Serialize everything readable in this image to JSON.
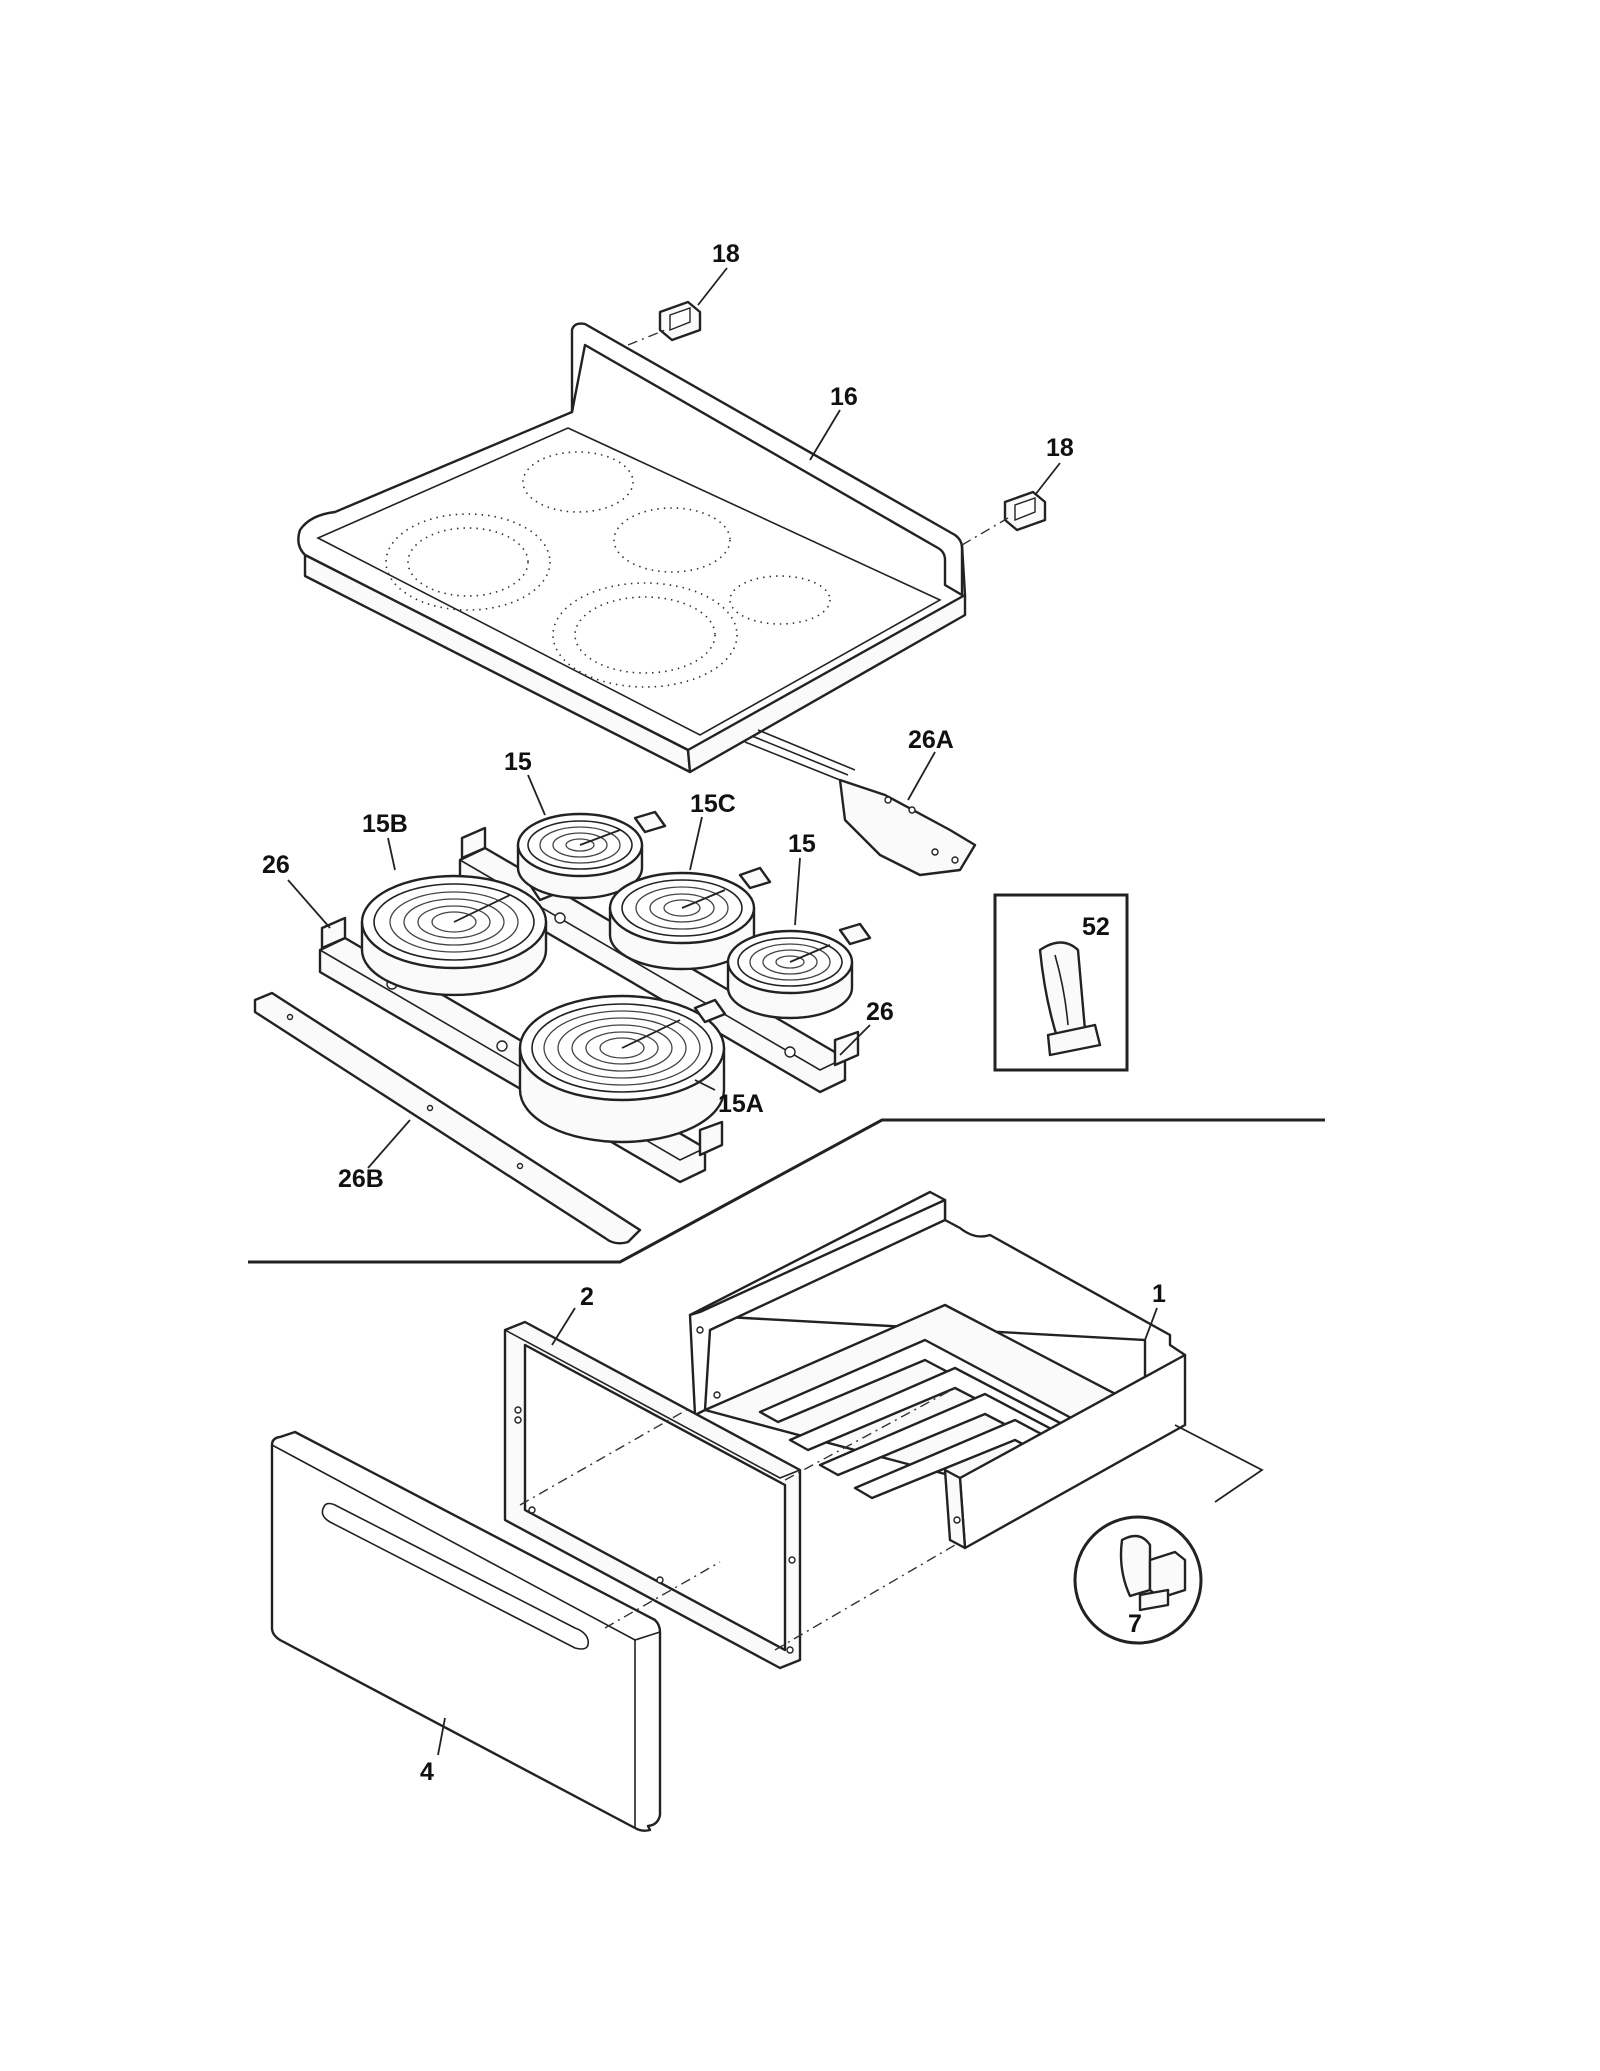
{
  "callouts": {
    "c18a": "18",
    "c16": "16",
    "c18b": "18",
    "c26A": "26A",
    "c15a": "15",
    "c15B": "15B",
    "c15C": "15C",
    "c15b": "15",
    "c26a": "26",
    "c52": "52",
    "c26b": "26",
    "c15A": "15A",
    "c26B": "26B",
    "c2": "2",
    "c1": "1",
    "c7": "7",
    "c4": "4"
  },
  "icons": {
    "cooktop": "glass-cooktop-icon",
    "bracket": "bracket-icon",
    "element": "radiant-element-icon",
    "drawer": "drawer-icon"
  }
}
